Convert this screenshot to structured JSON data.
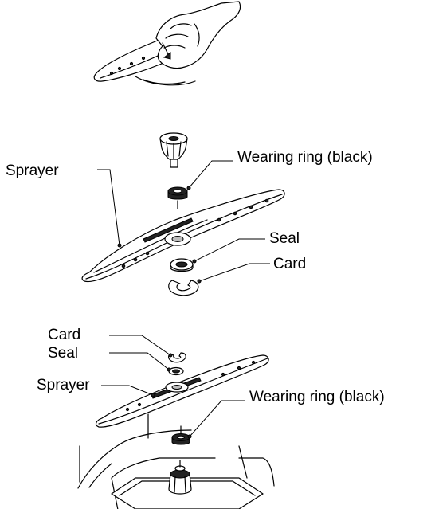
{
  "figure1": {},
  "figure2": {
    "labels": {
      "sprayer": "Sprayer",
      "wearing_ring": "Wearing ring (black)",
      "seal": "Seal",
      "card": "Card"
    }
  },
  "figure3": {
    "labels": {
      "card": "Card",
      "seal": "Seal",
      "sprayer": "Sprayer",
      "wearing_ring": "Wearing ring (black)"
    }
  }
}
